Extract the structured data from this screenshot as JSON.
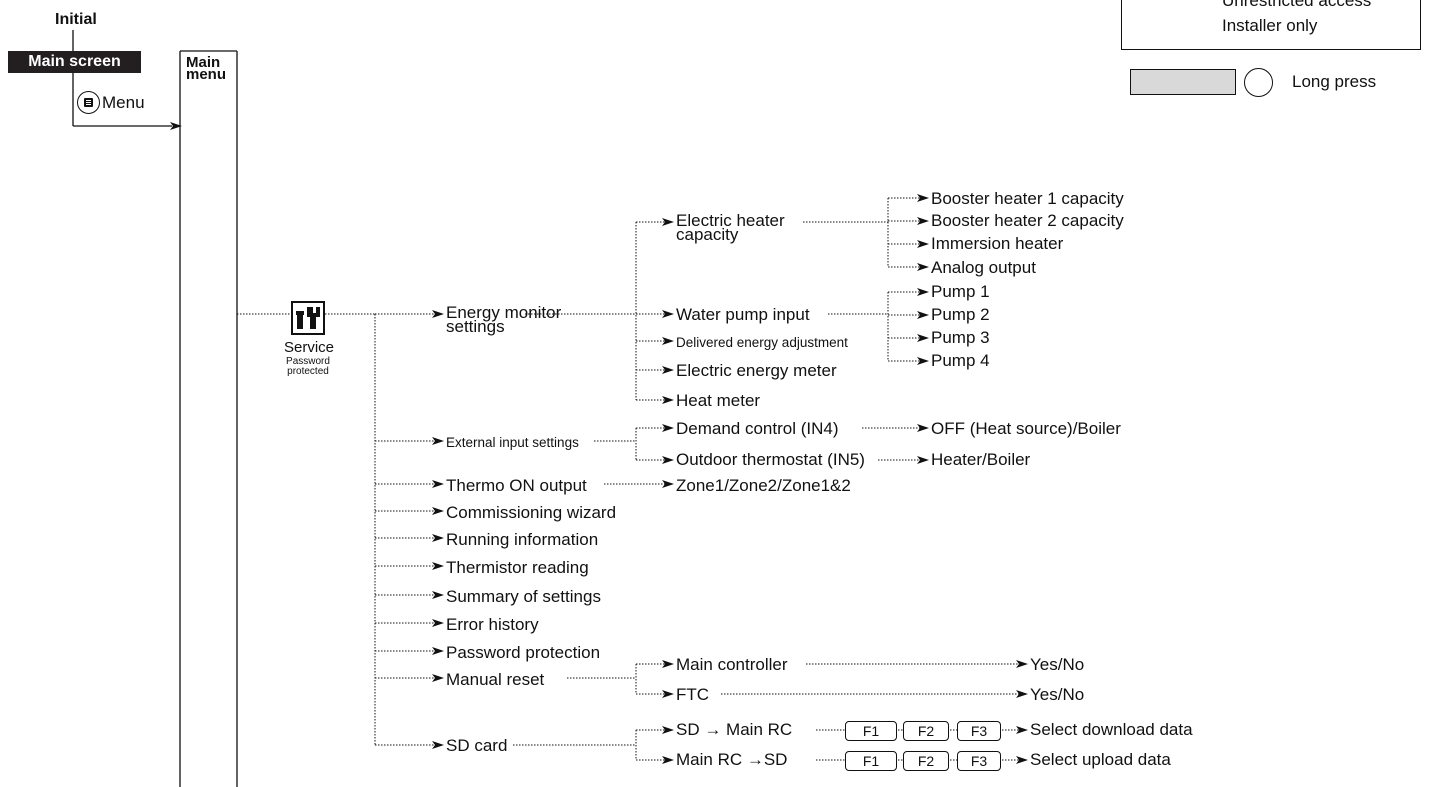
{
  "header": {
    "initial": "Initial",
    "main_screen": "Main screen",
    "menu_button": "Menu",
    "main_menu": "Main\nmenu"
  },
  "legend": {
    "unrestricted": "Unrestricted access",
    "installer": "Installer only",
    "long_press": "Long  press"
  },
  "service": {
    "label": "Service",
    "sub": "Password\nprotected",
    "icon": "service-tools-icon"
  },
  "level1": {
    "energy_monitor": "Energy monitor\nsettings",
    "external_input": "External input settings",
    "thermo_on": "Thermo ON output",
    "commissioning": "Commissioning wizard",
    "running_info": "Running information",
    "thermistor": "Thermistor reading",
    "summary": "Summary of settings",
    "error_history": "Error history",
    "password": "Password protection",
    "manual_reset": "Manual reset",
    "sd_card": "SD card"
  },
  "energy": {
    "electric_heater": "Electric heater\ncapacity",
    "water_pump": "Water pump input",
    "delivered": "Delivered energy adjustment",
    "meter": "Electric energy meter",
    "heat_meter": "Heat meter"
  },
  "heater": {
    "bh1": "Booster heater 1 capacity",
    "bh2": "Booster heater 2 capacity",
    "immersion": "Immersion heater",
    "analog": "Analog output"
  },
  "pumps": {
    "p1": "Pump 1",
    "p2": "Pump 2",
    "p3": "Pump 3",
    "p4": "Pump 4"
  },
  "external": {
    "demand": "Demand control (IN4)",
    "demand_result": "OFF (Heat source)/Boiler",
    "outdoor": "Outdoor thermostat (IN5)",
    "outdoor_result": "Heater/Boiler"
  },
  "thermo": {
    "zones": "Zone1/Zone2/Zone1&2"
  },
  "reset": {
    "main_ctrl": "Main controller",
    "ftc": "FTC",
    "yes_no": "Yes/No"
  },
  "sd": {
    "download": "SD → Main RC",
    "upload": "Main RC  →SD",
    "f1": "F1",
    "f2": "F2",
    "f3": "F3",
    "download_result": "Select download data",
    "upload_result": "Select upload data"
  },
  "colors": {
    "line": "#111111",
    "header_bg": "#231f20",
    "long_press_fill": "#d9d9d9"
  }
}
